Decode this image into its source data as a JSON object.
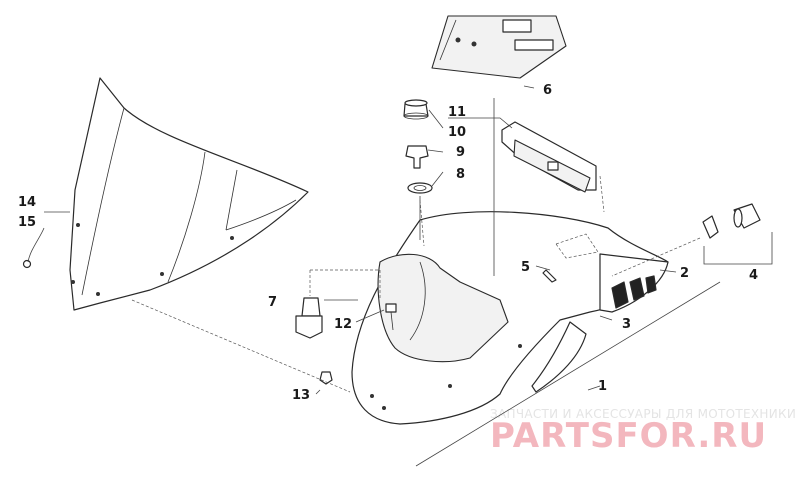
{
  "callouts": [
    {
      "id": "1",
      "label": "1"
    },
    {
      "id": "2",
      "label": "2"
    },
    {
      "id": "3",
      "label": "3"
    },
    {
      "id": "4",
      "label": "4"
    },
    {
      "id": "5",
      "label": "5"
    },
    {
      "id": "6",
      "label": "6"
    },
    {
      "id": "7",
      "label": "7"
    },
    {
      "id": "8",
      "label": "8"
    },
    {
      "id": "9",
      "label": "9"
    },
    {
      "id": "10",
      "label": "10"
    },
    {
      "id": "11",
      "label": "11"
    },
    {
      "id": "12",
      "label": "12"
    },
    {
      "id": "13",
      "label": "13"
    },
    {
      "id": "14",
      "label": "14"
    },
    {
      "id": "15",
      "label": "15"
    }
  ],
  "watermark": {
    "tagline": "ЗАПЧАСТИ И АКСЕССУАРЫ ДЛЯ МОТОТЕХНИКИ",
    "brand": "PARTSFOR.RU"
  }
}
